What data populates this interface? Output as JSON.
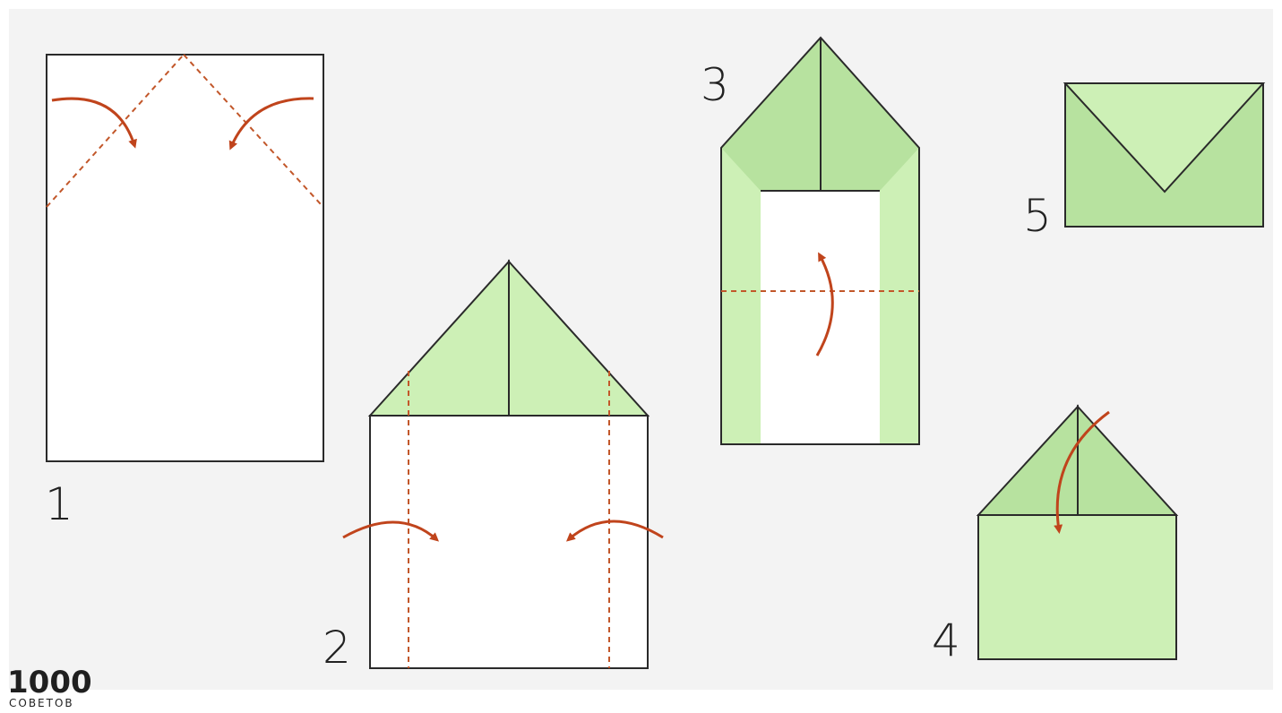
{
  "steps": [
    {
      "number": "1"
    },
    {
      "number": "2"
    },
    {
      "number": "3"
    },
    {
      "number": "4"
    },
    {
      "number": "5"
    }
  ],
  "logo": {
    "mark": "1000",
    "word": "СОВЕТОВ"
  },
  "colors": {
    "background": "#f3f3f3",
    "paper": "#ffffff",
    "outline": "#2a2a2a",
    "light_green": "#cdf0b6",
    "mid_green": "#b7e29f",
    "fold_line": "#c2572a",
    "arrow": "#c0441c"
  }
}
